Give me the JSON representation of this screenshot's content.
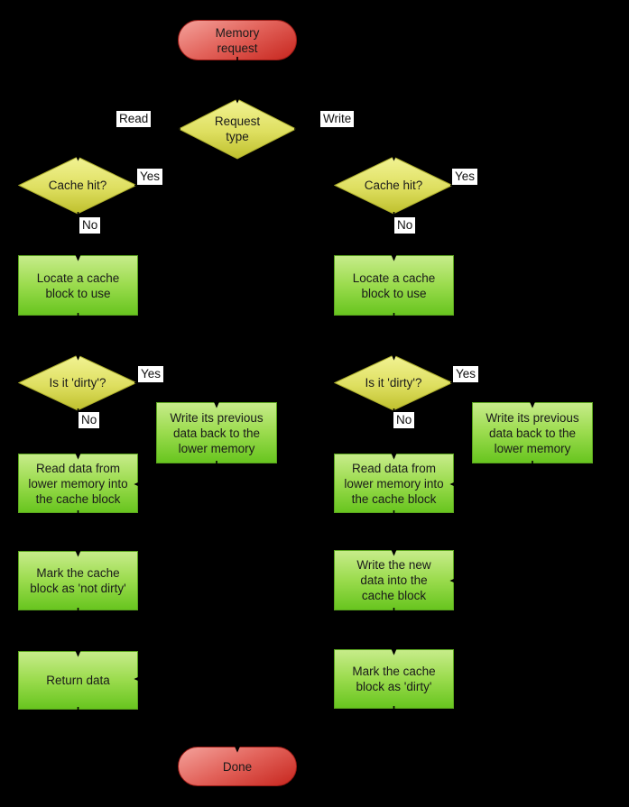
{
  "diagram_type": "flowchart",
  "background": "#000000",
  "colors": {
    "terminal_fill_top": "#f4a29b",
    "terminal_fill_bottom": "#c7261e",
    "terminal_border": "#9c1b16",
    "decision_fill_top": "#f2f394",
    "decision_fill_bottom": "#bfc02d",
    "process_fill_top": "#c7ec8a",
    "process_fill_bottom": "#68c51f",
    "process_border": "#5aa51d",
    "edge_label_bg": "#ffffff",
    "text": "#1a1a1a",
    "arrow": "#000000"
  },
  "nodes": {
    "start": {
      "label": "Memory\nrequest",
      "type": "terminal"
    },
    "request_type": {
      "label": "Request\ntype",
      "type": "decision"
    },
    "cache_hit": {
      "label": "Cache hit?",
      "type": "decision"
    },
    "locate_block": {
      "label": "Locate a cache\nblock to use",
      "type": "process"
    },
    "is_dirty": {
      "label": "Is it 'dirty'?",
      "type": "decision"
    },
    "write_back": {
      "label": "Write its previous\ndata back to the\nlower memory",
      "type": "process"
    },
    "read_data": {
      "label": "Read data from\nlower memory into\nthe cache block",
      "type": "process"
    },
    "mark_not_dirty": {
      "label": "Mark the cache\nblock as 'not dirty'",
      "type": "process"
    },
    "write_new_data": {
      "label": "Write the new\ndata into the\ncache block",
      "type": "process"
    },
    "return_data": {
      "label": "Return data",
      "type": "process"
    },
    "mark_dirty": {
      "label": "Mark the cache\nblock as 'dirty'",
      "type": "process"
    },
    "done": {
      "label": "Done",
      "type": "terminal"
    }
  },
  "edge_labels": {
    "read": "Read",
    "write": "Write",
    "yes": "Yes",
    "no": "No"
  }
}
